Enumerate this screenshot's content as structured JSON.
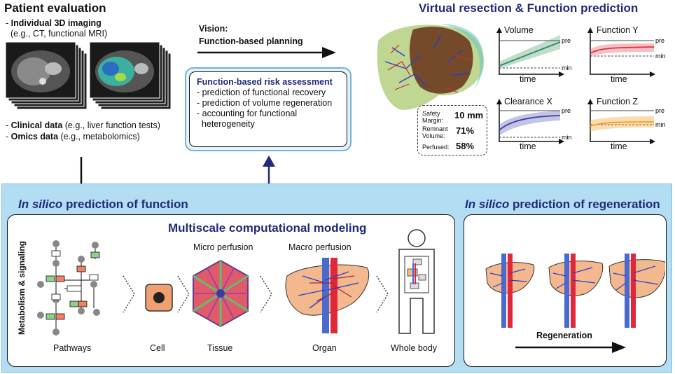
{
  "patient": {
    "title": "Patient evaluation",
    "imaging_bold": "Individual 3D imaging",
    "imaging_sub": "(e.g., CT, functional MRI)",
    "clinical_bold": "Clinical data",
    "clinical_rest": " (e.g., liver function tests)",
    "omics_bold": "Omics data",
    "omics_rest": " (e.g., metabolomics)"
  },
  "vision": {
    "line1": "Vision:",
    "line2": "Function-based planning"
  },
  "risk": {
    "title": "Function-based risk assessment",
    "items": [
      "- prediction of functional recovery",
      "- prediction of volume regeneration",
      "- accounting for functional",
      "  heterogeneity"
    ]
  },
  "virtual": {
    "title": "Virtual resection & Function prediction",
    "safety_label_1": "Safety",
    "safety_label_2": "Margin:",
    "safety_value": "10 mm",
    "remnant_label_1": "Remnant",
    "remnant_label_2": "Volume:",
    "remnant_value": "71%",
    "perfused_label": "Perfused:",
    "perfused_value": "58%"
  },
  "plots": {
    "volume": "Volume",
    "function_y": "Function Y",
    "clearance_x": "Clearance X",
    "function_z": "Function Z",
    "pre": "pre",
    "min": "min",
    "time": "time"
  },
  "colors": {
    "volume": "#2e8b57",
    "function_y": "#e0303a",
    "clearance_x": "#3b3fa8",
    "function_z": "#f0a020",
    "navy": "#1f2a78",
    "panel_bg": "#b3ddf2"
  },
  "insilico": {
    "italic": "In silico",
    "function_rest": " prediction of function",
    "regeneration_rest": " prediction of regeneration"
  },
  "multiscale": {
    "title": "Multiscale computational modeling",
    "side_label": "Metabolism & signaling",
    "micro": "Micro perfusion",
    "macro": "Macro perfusion",
    "pathways": "Pathways",
    "cell": "Cell",
    "tissue": "Tissue",
    "organ": "Organ",
    "whole_body": "Whole body"
  },
  "regeneration": {
    "label": "Regeneration"
  }
}
